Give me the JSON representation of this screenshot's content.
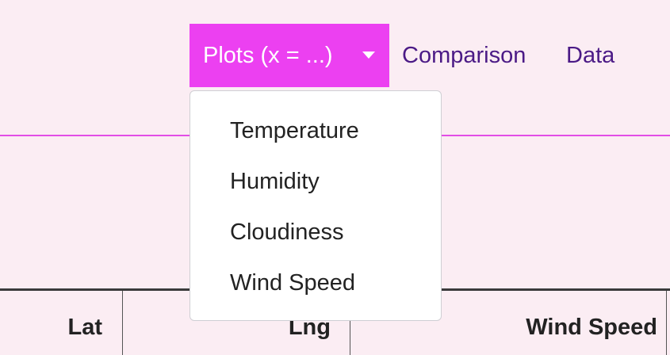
{
  "navbar": {
    "dropdown_label": "Plots (x = ...)",
    "links": {
      "comparison": "Comparison",
      "data": "Data"
    }
  },
  "dropdown": {
    "items": [
      "Temperature",
      "Humidity",
      "Cloudiness",
      "Wind Speed"
    ]
  },
  "table": {
    "headers": {
      "lat": "Lat",
      "lng": "Lng",
      "wind_speed": "Wind Speed"
    }
  },
  "colors": {
    "page_background": "#fbedf3",
    "dropdown_toggle_bg": "#ec40f1",
    "nav_link": "#4b1a86",
    "divider": "#e24ee6"
  },
  "icons": {
    "dropdown_caret": "caret-down-icon"
  }
}
